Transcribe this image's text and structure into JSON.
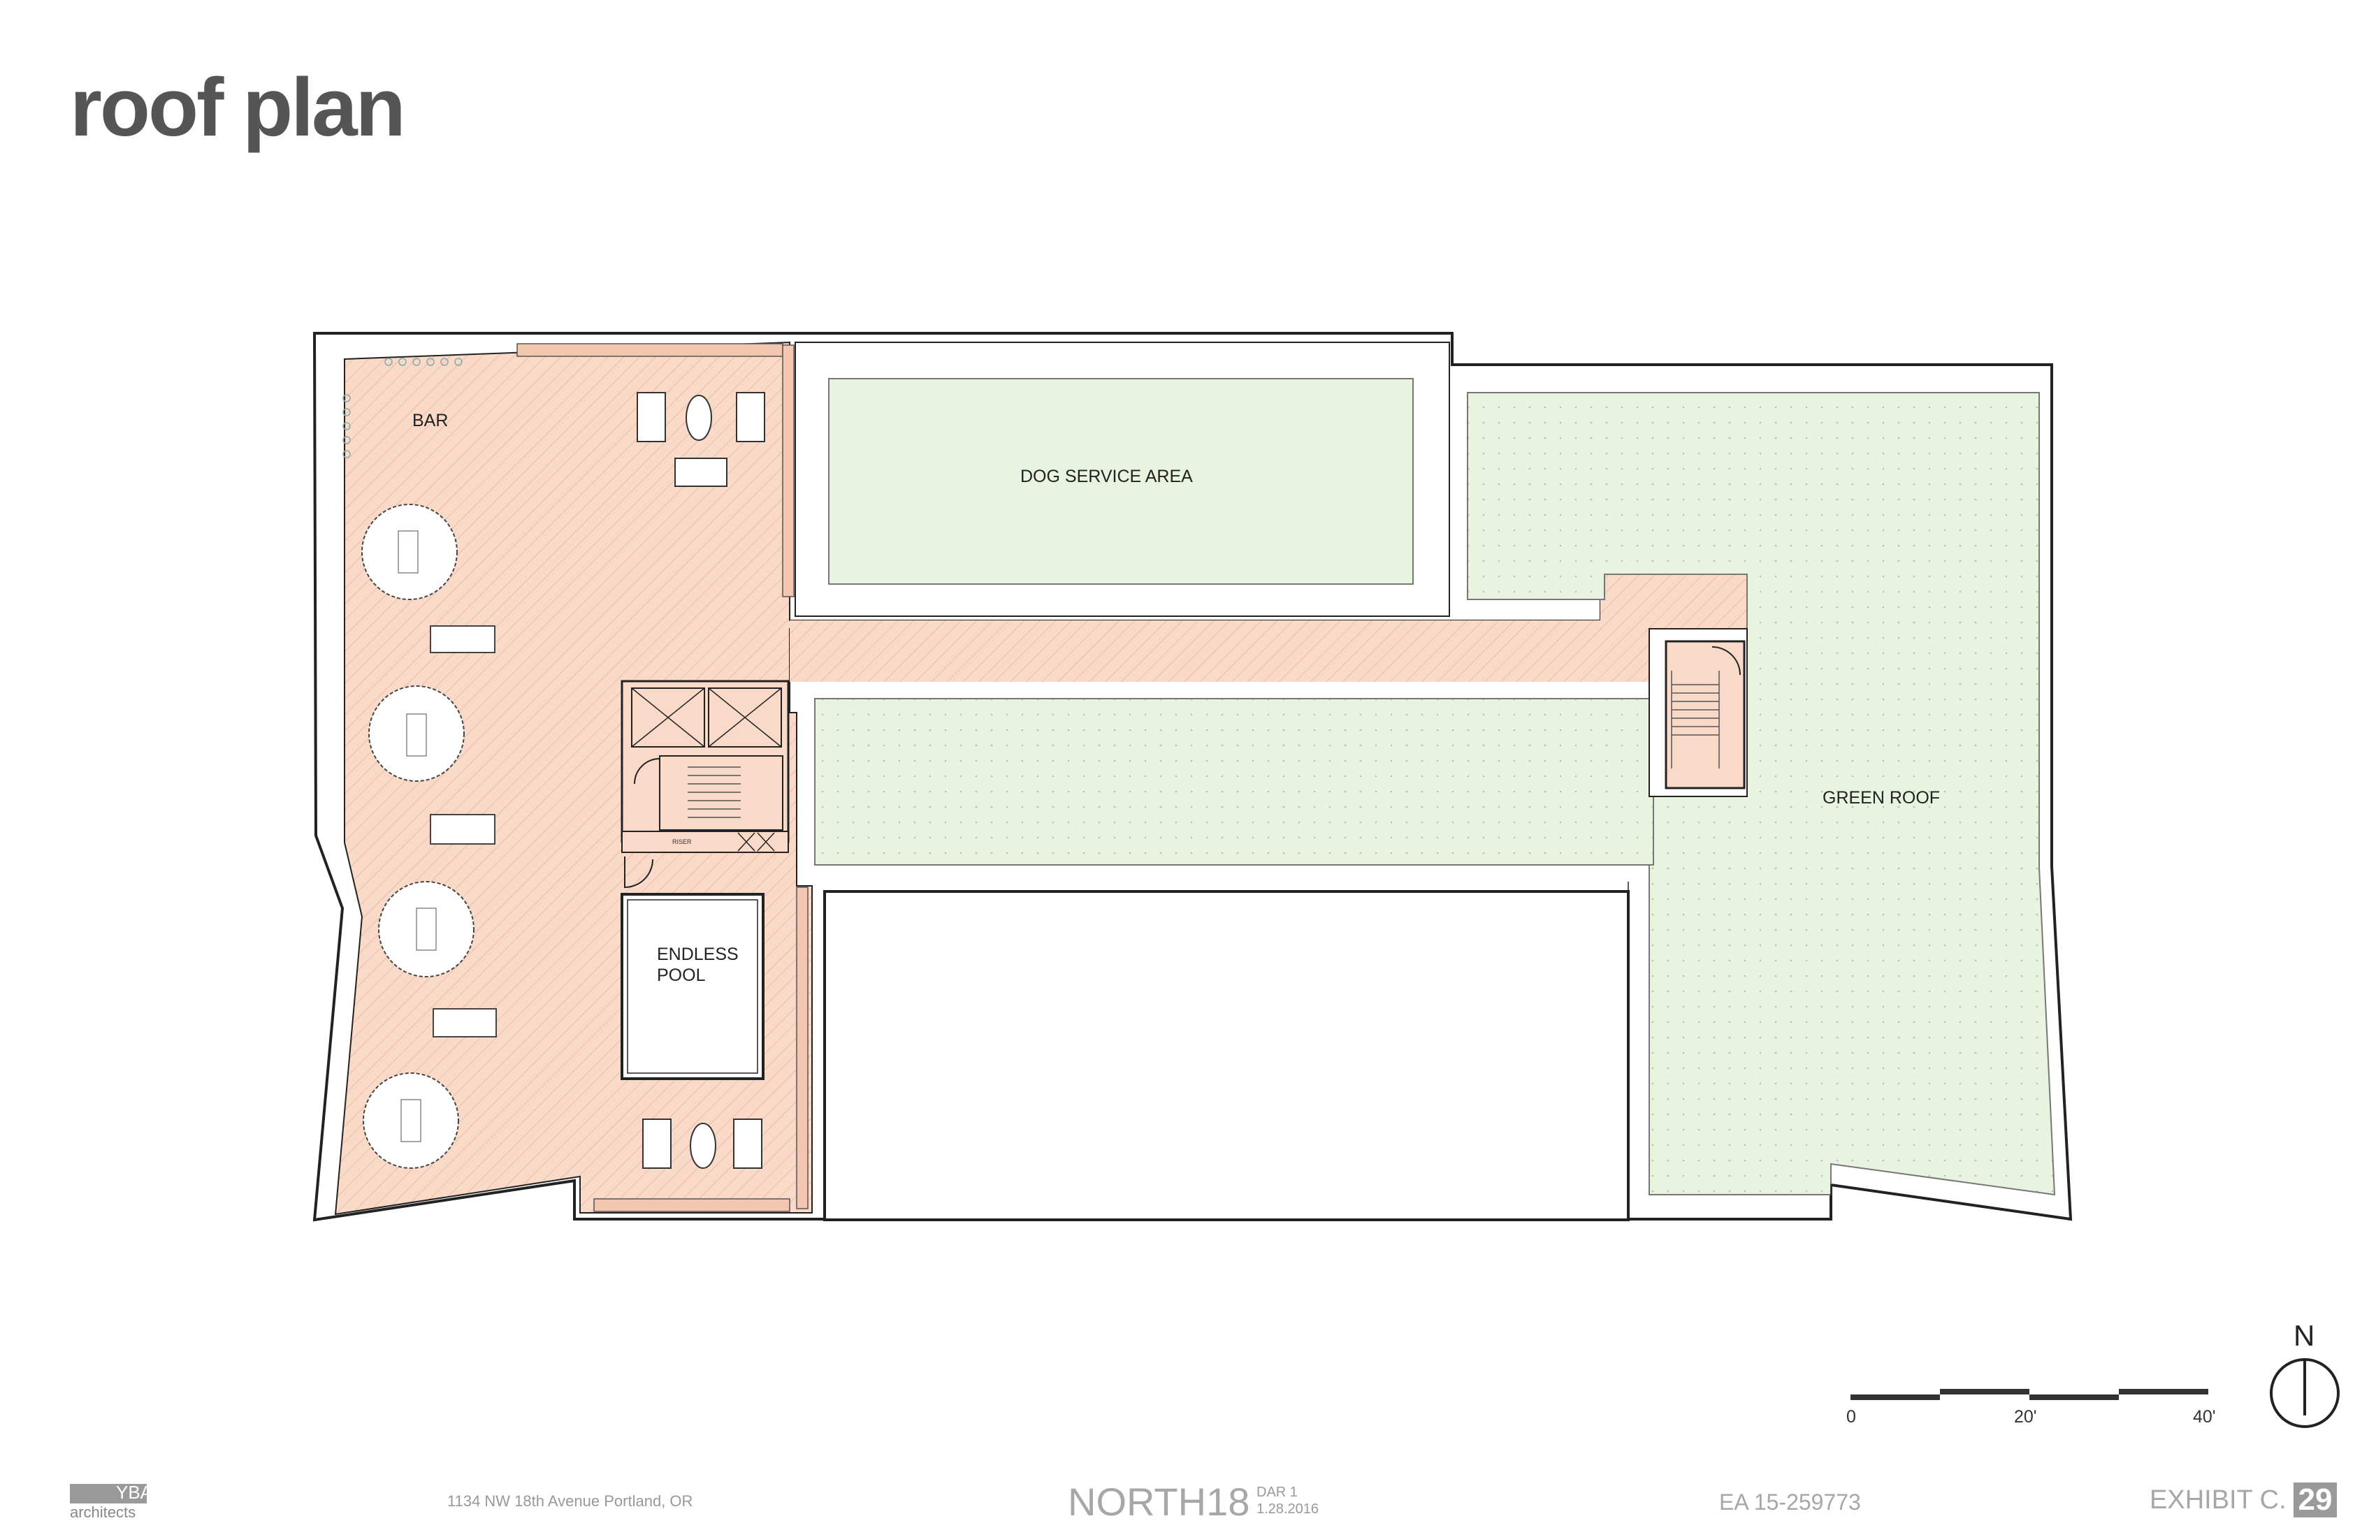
{
  "title": "roof plan",
  "labels": {
    "bar": "BAR",
    "dog_service_area": "DOG SERVICE AREA",
    "green_roof": "GREEN ROOF",
    "endless_pool_line1": "ENDLESS",
    "endless_pool_line2": "POOL",
    "riser": "RISER"
  },
  "scale_bar": {
    "ticks": [
      "0",
      "20'",
      "40'"
    ]
  },
  "north_arrow": {
    "label": "N"
  },
  "footer": {
    "logo_text": "YBA",
    "logo_subtext": "architects",
    "address": "1134 NW 18th Avenue  Portland, OR",
    "project_name": "NORTH18",
    "submission": "DAR 1",
    "date": "1.28.2016",
    "case_number": "EA 15-259773",
    "exhibit_label": "EXHIBIT C.",
    "exhibit_number": "29"
  },
  "colors": {
    "deck": "#f9d9c7",
    "green_roof": "#e8f3e0",
    "outline": "#222222",
    "footer_text": "#999999"
  }
}
